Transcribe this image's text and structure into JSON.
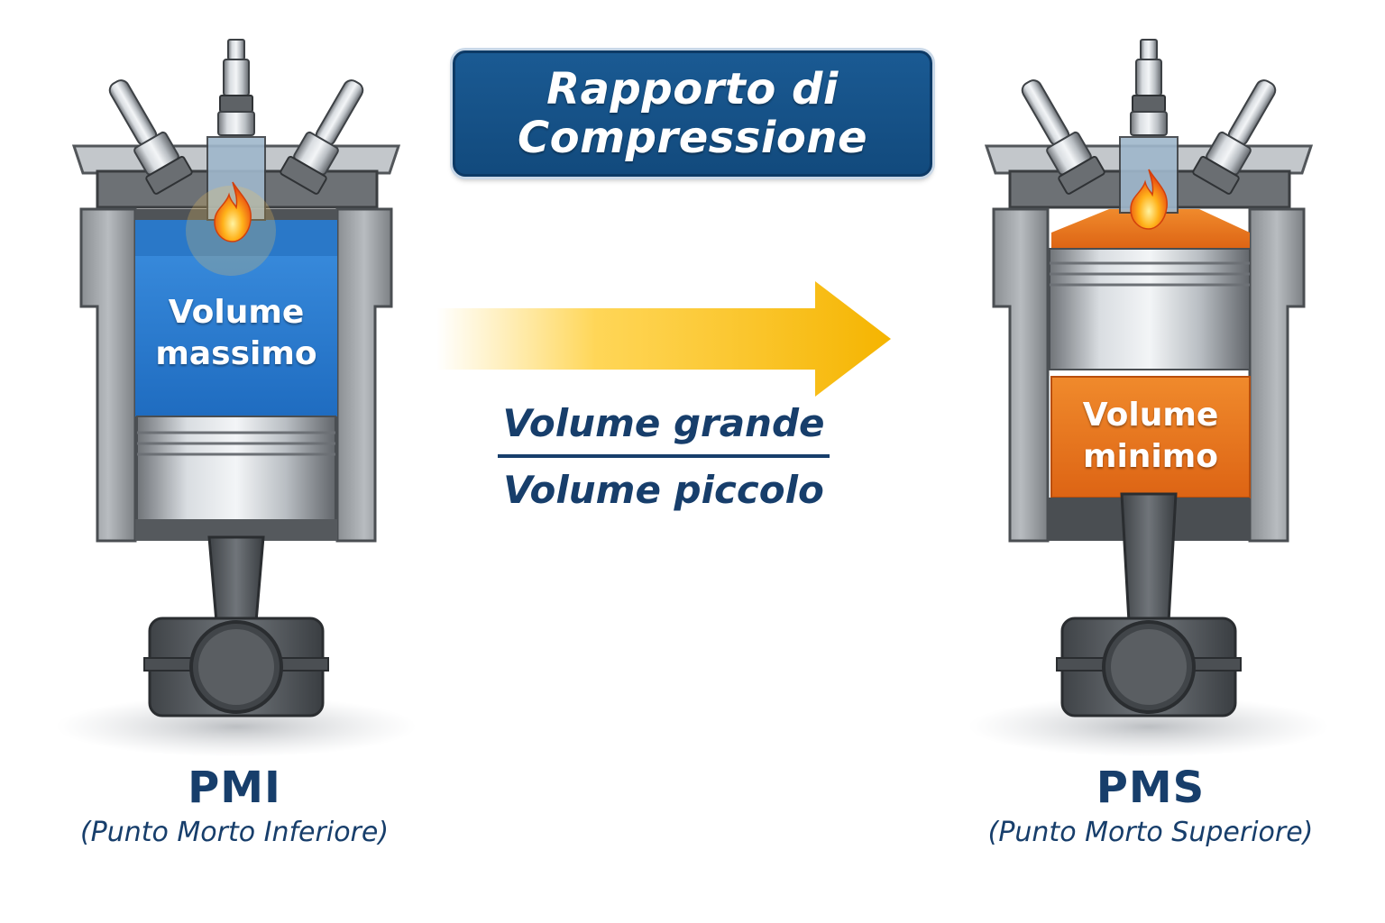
{
  "title": {
    "line1": "Rapporto di",
    "line2": "Compressione"
  },
  "fraction": {
    "numerator": "Volume grande",
    "denominator": "Volume piccolo"
  },
  "left_engine": {
    "volume_label_line1": "Volume",
    "volume_label_line2": "massimo",
    "position_code": "PMI",
    "position_name": "(Punto Morto Inferiore)"
  },
  "right_engine": {
    "volume_label_line1": "Volume",
    "volume_label_line2": "minimo",
    "position_code": "PMS",
    "position_name": "(Punto Morto Superiore)"
  },
  "colors": {
    "title_bg": "#124a7d",
    "text_blue": "#173e6b",
    "max_volume": "#2c7fd0",
    "min_volume": "#e8731e",
    "arrow": "#f5b800"
  },
  "icons": [
    "flame-icon",
    "spark-plug-icon",
    "valve-icon",
    "piston-icon",
    "connecting-rod-icon",
    "arrow-right-icon"
  ]
}
